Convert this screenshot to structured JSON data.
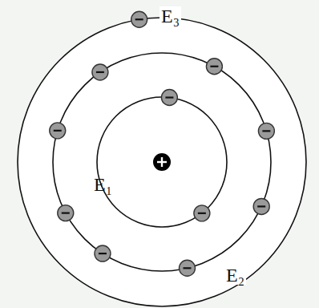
{
  "diagram": {
    "labels": [
      "E₃",
      "E₁",
      "E₂"
    ]
  }
}
